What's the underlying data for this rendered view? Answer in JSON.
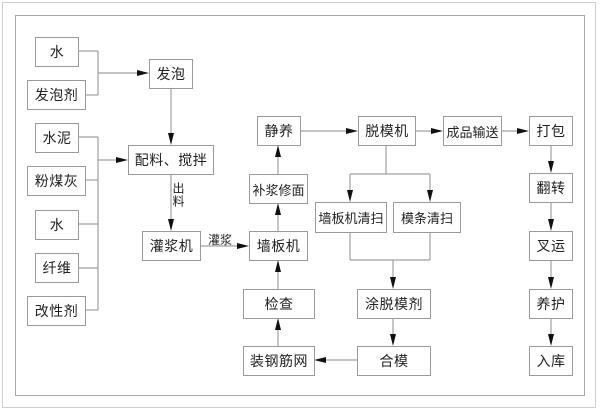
{
  "diagram": {
    "inputs_foam": {
      "water": "水",
      "foaming_agent": "发泡剂"
    },
    "inputs_mix": {
      "cement": "水泥",
      "fly_ash": "粉煤灰",
      "water": "水",
      "fiber": "纤维",
      "modifier": "改性剂"
    },
    "steps": {
      "foaming": "发泡",
      "batching_mixing": "配料、搅拌",
      "grouting_machine": "灌浆机",
      "wallboard_machine": "墙板机",
      "patch_finish": "补浆修面",
      "curing_static": "静养",
      "demolding_machine": "脱模机",
      "product_conveying": "成品输送",
      "packing": "打包",
      "turning": "翻转",
      "forklift": "叉运",
      "curing": "养护",
      "storage": "入库",
      "machine_cleaning": "墙板机清扫",
      "mold_strip_cleaning": "模条清扫",
      "release_agent": "涂脱模剂",
      "mold_closing": "合模",
      "rebar_mesh": "装钢筋网",
      "inspection": "检查"
    },
    "edge_labels": {
      "discharge": "出料",
      "grouting": "灌浆"
    },
    "colors": {
      "box_border": "#9a9a9a",
      "connector": "#a0a0a0",
      "arrowhead": "#111111"
    }
  }
}
